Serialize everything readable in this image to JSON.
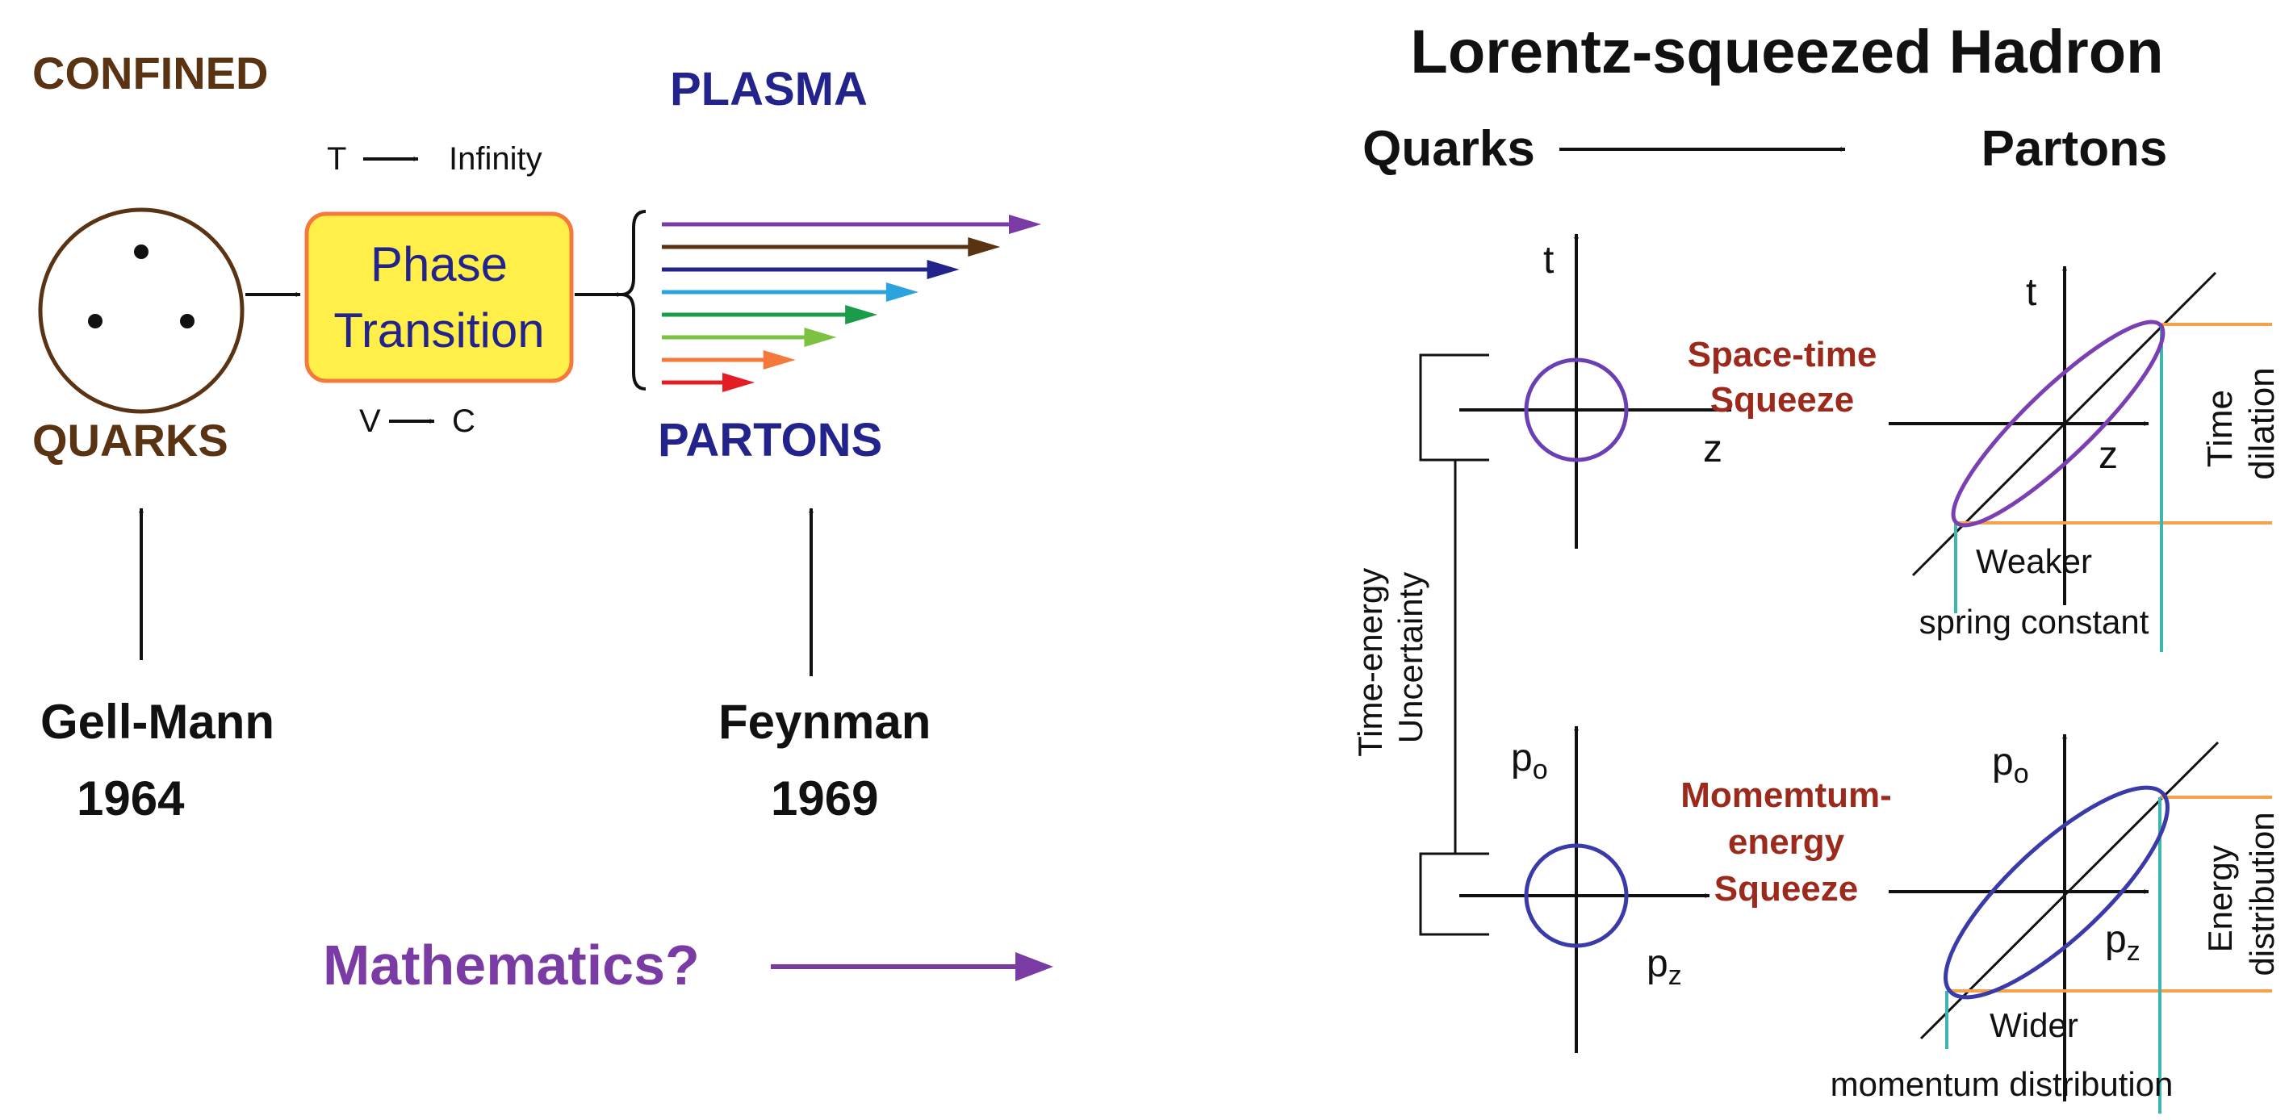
{
  "colors": {
    "brown": "#5a3313",
    "navy": "#23238c",
    "purple": "#7a3ba5",
    "darkred": "#9b2a1c",
    "yellow": "#ffef48",
    "orange_border": "#f5793a",
    "orange_line": "#f5a04a",
    "teal": "#3cb7b0",
    "ellipse_purple": "#7a3fb3",
    "ellipse_blue": "#3a3aa8",
    "black": "#111111"
  },
  "left": {
    "confined": "CONFINED",
    "plasma": "PLASMA",
    "t_label": "T",
    "infinity": "Infinity",
    "phase": "Phase",
    "transition": "Transition",
    "v_label": "V",
    "c_label": "C",
    "quarks": "QUARKS",
    "partons": "PARTONS",
    "gellmann": "Gell-Mann",
    "year_gellmann": "1964",
    "feynman": "Feynman",
    "year_feynman": "1969",
    "mathematics": "Mathematics?",
    "parton_arrow_colors": [
      "#7a3ba5",
      "#5a3313",
      "#23238c",
      "#2aa3df",
      "#1a9c4a",
      "#7cc242",
      "#f5793a",
      "#e31d24"
    ]
  },
  "right": {
    "title": "Lorentz-squeezed Hadron",
    "quarks": "Quarks",
    "partons": "Partons",
    "uncertainty_line1": "Time-energy",
    "uncertainty_line2": "Uncertainty",
    "axis_t": "t",
    "axis_z": "z",
    "axis_p": "p",
    "sub_o": "o",
    "sub_z": "z",
    "spacetime_line1": "Space-time",
    "spacetime_line2": "Squeeze",
    "momentum_line1": "Momemtum-",
    "momentum_line2": "energy",
    "momentum_line3": "Squeeze",
    "weaker": "Weaker",
    "spring": "spring constant",
    "time": "Time",
    "dilation": "dilation",
    "wider": "Wider",
    "momentum_dist": "momentum distribution",
    "energy": "Energy",
    "distribution": "distribution"
  }
}
